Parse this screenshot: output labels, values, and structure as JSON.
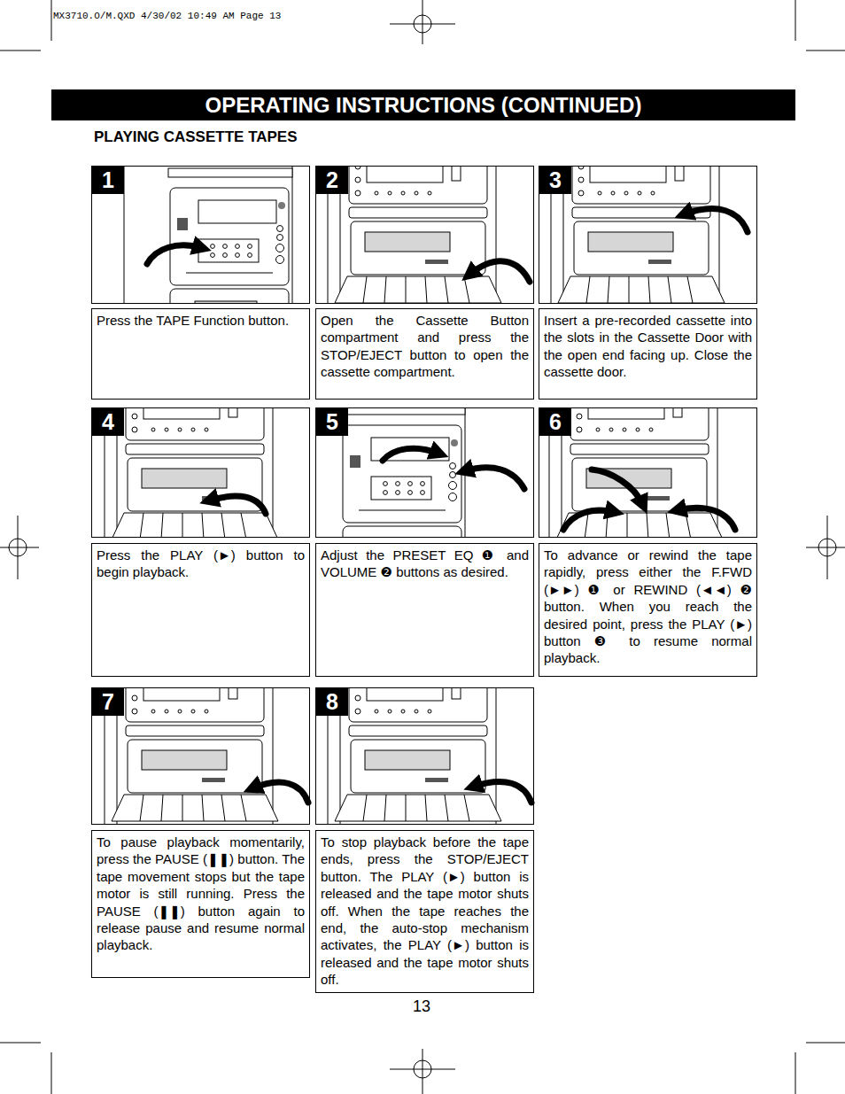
{
  "diagram": {
    "title": "OPERATING INSTRUCTIONS (CONTINUED)",
    "nodes": [
      {
        "text": [
          "1"
        ]
      },
      {
        "text": [
          "Press the TAPE Function button."
        ]
      },
      {
        "text": [
          "2"
        ]
      },
      {
        "text": [
          "Open the Cassette Button compartment and press the STOP/EJECT button to open the cassette compartment."
        ]
      },
      {
        "text": [
          "3"
        ]
      },
      {
        "text": [
          "Insert a pre-recorded cassette into the slots in the Cassette Door with the open end facing up. Close the cassette door."
        ]
      },
      {
        "text": [
          "4"
        ]
      },
      {
        "text": [
          "Press the PLAY (►) button to begin playback."
        ]
      },
      {
        "text": [
          "5"
        ]
      },
      {
        "text": [
          "Adjust the PRESET EQ ❶ and VOLUME ❷ buttons as desired."
        ]
      },
      {
        "text": [
          "6"
        ]
      },
      {
        "text": [
          "To advance or rewind the tape rapidly, press either the F.FWD (►►) ❶ or REWIND (◄◄) ❷ button. When you reach the desired point, press the PLAY (►) button ❸ to resume normal playback."
        ]
      },
      {
        "text": [
          "7"
        ]
      },
      {
        "text": [
          "To pause playback momentarily, press the PAUSE (❚❚) button. The tape movement stops but the tape motor is still running. Press the PAUSE (❚❚) button again to release pause and resume normal playback."
        ]
      },
      {
        "text": [
          "8"
        ]
      },
      {
        "text": [
          "To stop playback before the tape ends, press the STOP/EJECT button. The PLAY (►) button is released and the tape motor shuts off. When the tape reaches the end, the auto-stop mechanism activates, the PLAY (►) button is released and the tape motor shuts off."
        ]
      }
    ],
    "labels": [
      "MX3710.O/M.QXD  4/30/02  10:49 AM  Page 13",
      "PLAYING CASSETTE TAPES",
      "13"
    ]
  }
}
